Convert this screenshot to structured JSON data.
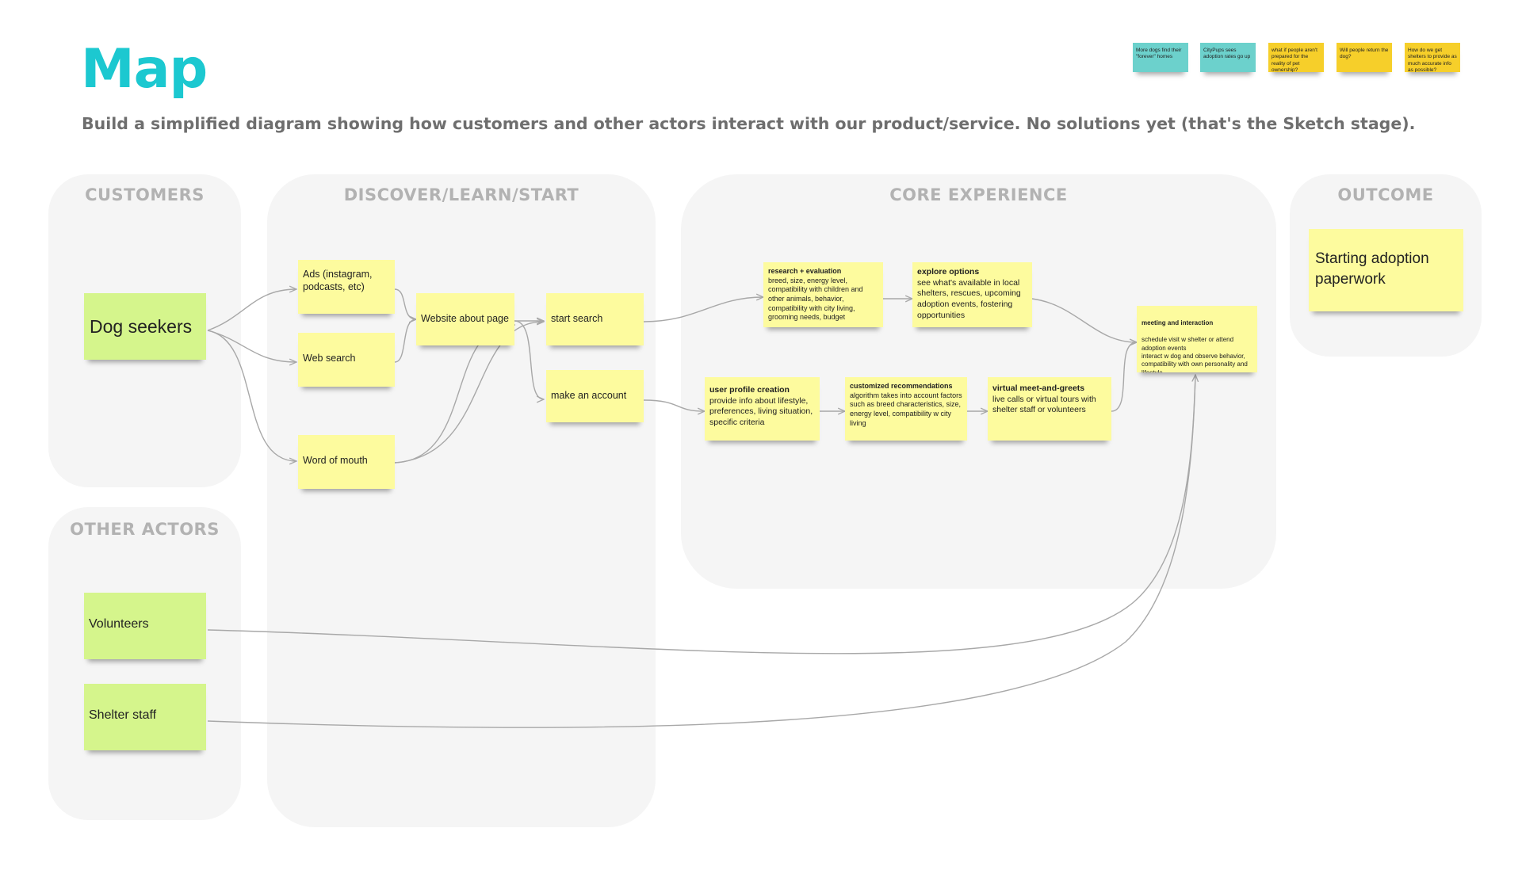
{
  "title": "Map",
  "subtitle": "Build a simplified diagram showing how customers and other actors interact with our product/service. No solutions yet (that's the Sketch stage).",
  "zones": {
    "customers": "CUSTOMERS",
    "discover": "DISCOVER/LEARN/START",
    "core": "CORE EXPERIENCE",
    "outcome": "OUTCOME",
    "other_actors": "OTHER ACTORS"
  },
  "notes": {
    "n1": "More dogs find their \"forever\" homes",
    "n2": "CityPups sees adoption rates go up",
    "n3": "what if people aren't prepared for the reality of pet ownership?",
    "n4": "Will people return the dog?",
    "n5": "How do we get shelters to provide as much accurate info as possible?"
  },
  "customers": {
    "dog_seekers": "Dog seekers"
  },
  "other_actors": {
    "volunteers": "Volunteers",
    "shelter_staff": "Shelter staff"
  },
  "discover": {
    "ads": "Ads (instagram, podcasts, etc)",
    "web_search": "Web search",
    "word_of_mouth": "Word of mouth",
    "website_about": "Website about page",
    "start_search": "start search",
    "make_account": "make an account"
  },
  "core": {
    "research_title": "research + evaluation",
    "research_body": "breed, size, energy level, compatibility with children and other animals, behavior, compatibility with city living, grooming needs, budget",
    "explore_title": "explore options",
    "explore_body": "see what's available in local shelters, rescues, upcoming adoption events, fostering opportunities",
    "profile_title": "user profile creation",
    "profile_body": "provide info about lifestyle, preferences, living situation, specific criteria",
    "recs_title": "customized recommendations",
    "recs_body": "algorithm takes into account factors such as breed characteristics, size, energy level, compatibility w city living",
    "virtual_title": "virtual meet-and-greets",
    "virtual_body": "live calls or virtual tours with shelter staff or volunteers",
    "meeting_title": "meeting and interaction",
    "meeting_body": "schedule visit w shelter or attend adoption events\ninteract w dog and observe behavior, compatibility with own personality and lifestyle"
  },
  "outcome": {
    "adoption": "Starting adoption paperwork"
  },
  "colors": {
    "title": "#1cc8d0",
    "sticky_yellow": "#fdfb9e",
    "sticky_green": "#d5f58c",
    "sticky_teal": "#6cd1cc",
    "sticky_orange": "#f6cf2a",
    "zone_bg": "#f5f5f5",
    "connector": "#a8a8a8"
  }
}
